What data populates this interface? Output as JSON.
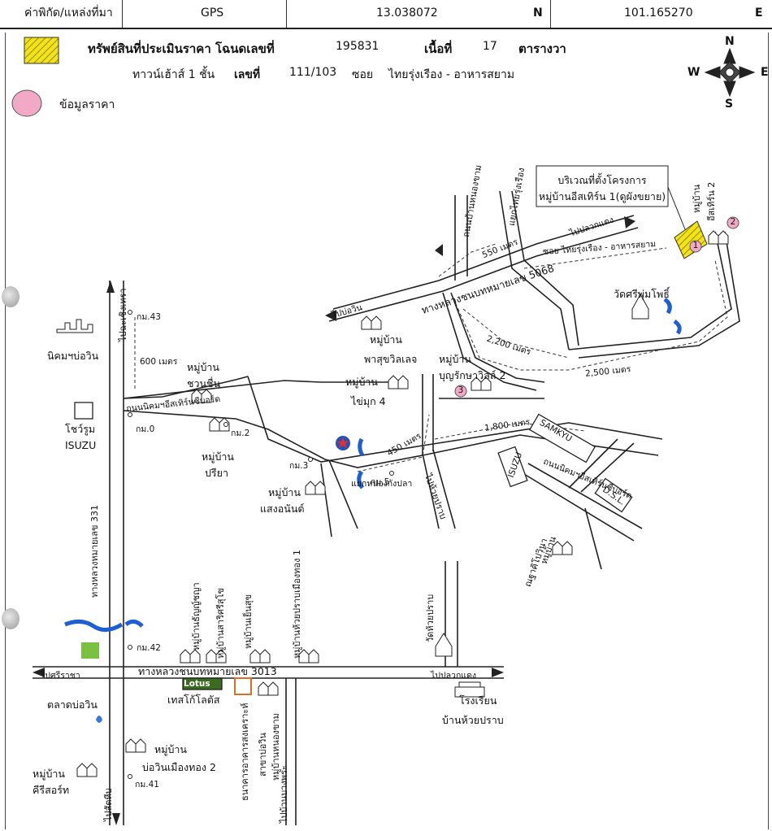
{
  "header": {
    "coord_label": "ค่าพิกัด/แหล่งที่มา",
    "source": "GPS",
    "lat": "13.038072",
    "lat_dir": "N",
    "lon": "101.165270",
    "lon_dir": "E"
  },
  "legend": {
    "property_label": "ทรัพย์สินที่ประเมินราคา โฉนดเลขที่",
    "deed_no": "195831",
    "area_label": "เนื้อที่",
    "area_value": "17",
    "area_unit": "ตารางวา",
    "type_label": "ทาวน์เฮ้าส์ 1 ชั้น",
    "house_no_label": "เลขที่",
    "house_no": "111/103",
    "soi_label": "ซอย",
    "soi_name": "ไทยรุ่งเรือง - อาหารสยาม",
    "price_data_label": "ข้อมูลราคา",
    "property_color": "#f2e21a",
    "price_color": "#f2a9c6"
  },
  "compass": {
    "n": "N",
    "s": "S",
    "e": "E",
    "w": "W"
  },
  "map": {
    "project_box": [
      "บริเวณที่ตั้งโครงการ",
      "หมู่บ้านอีสเทิร์น 1(ดูผังขยาย)"
    ],
    "places": {
      "nikhom": "นิคมฯบ่อวิน",
      "showroom": "โชว์รูม",
      "isuzu": "ISUZU",
      "chuanchuen_1": "หมู่บ้าน",
      "chuanchuen_2": "ชวนชื่น",
      "preeya_1": "หมู่บ้าน",
      "preeya_2": "ปรียา",
      "saengananta_1": "หมู่บ้าน",
      "saengananta_2": "แสงอนันต์",
      "pasuk_1": "หมู่บ้าน",
      "pasuk_2": "พาสุขวิลเลจ",
      "khaimuk_1": "หมู่บ้าน",
      "khaimuk_2": "ไข่มุก 4",
      "boonrak_1": "หมู่บ้าน",
      "boonrak_2": "บุญรักษาวิลล์ 2",
      "wat_phum": "วัดศรีพุ่มโพธิ์",
      "eastern_2_1": "หมู่บ้าน",
      "eastern_2_2": "อีสเทิร์น 2",
      "chada_1": "หมู่บ้าน",
      "chada_2": "ณฐาคิโปวินา",
      "samkyu": "SAMKYU",
      "isuzu2": "ISUZU",
      "dsl": "D.S.L.",
      "tesco_logo": "Lotus",
      "tesco": "เทสโก้โลตัส",
      "talad": "ตลาดบ่อวิน",
      "keerisort_1": "หมู่บ้าน",
      "keerisort_2": "คีรีสอร์ท",
      "bowin2_1": "หมู่บ้าน",
      "bowin2_2": "บ่อวินเมืองทอง 2",
      "school_1": "โรงเรียน",
      "school_2": "บ้านห้วยปราบ",
      "wat_huai": "วัดห้วยปราบ",
      "nong_klang_pla": "แยกหนองกังปลา"
    },
    "roads": {
      "hw331": "ทางหลวงหมายเลข 331",
      "hw3013": "ทางหลวงชนบทหมายเลข 3013",
      "hw5068": "ทางหลวงชนบทหมายเลข 5068",
      "nikhom_road": "ถนนนิคมฯอีสเทิร์นซีบอร์ด",
      "nikhom_road2": "ถนนนิคมฯอีสเทิร์นซีบอร์ด",
      "soi_thairung": "ซอย ไทยรุ่งเรือง - อาหารสยาม",
      "to_chachoengsao": "ไปฉะเชิงเทรา",
      "to_bowin": "ไปบ่อวิน",
      "to_pluak_daeng": "ไปปลวกแดง",
      "to_pluak_daeng2": "ไปปลวกแดง",
      "to_sriracha": "ไปศรีราชา",
      "to_sattahip": "ไปสัตหีบ",
      "to_huai_prab": "ไปห้วยปราบ",
      "to_thai_rung": "แยกไทยรุ่งเรือง",
      "khanom_rd": "ถนนบ้านหนองขาม"
    },
    "km": {
      "km43": "กม.43",
      "km0": "กม.0",
      "km2": "กม.2",
      "km3": "กม.3",
      "km5": "กม.5",
      "km42": "กม.42",
      "km41": "กม.41"
    },
    "distances": {
      "d600": "600 เมตร",
      "d550": "550 เมตร",
      "d2200": "2,200 เมตร",
      "d2500": "2,500 เมตร",
      "d1800": "1,800 เมตร",
      "d450": "450 เมตร"
    },
    "vertical_villages": {
      "v1": "หมู่บ้านธัญญ์ชญา",
      "v2": "หมู่บ้านสาริศรีสุโข",
      "v3": "หมู่บ้านเย็นสุข",
      "v4": "หมู่บ้านห้วยปราบเมืองทอง 1",
      "bank": "ธนาคารอาคารสงเคราะห์",
      "bowin_branch": "สาขาบ่อวิน",
      "nongkham": "หมู่บ้านหนองขาม",
      "to_bangphra": "ไปบ้านบางพระ"
    },
    "price_markers": [
      "1",
      "2",
      "3"
    ]
  }
}
